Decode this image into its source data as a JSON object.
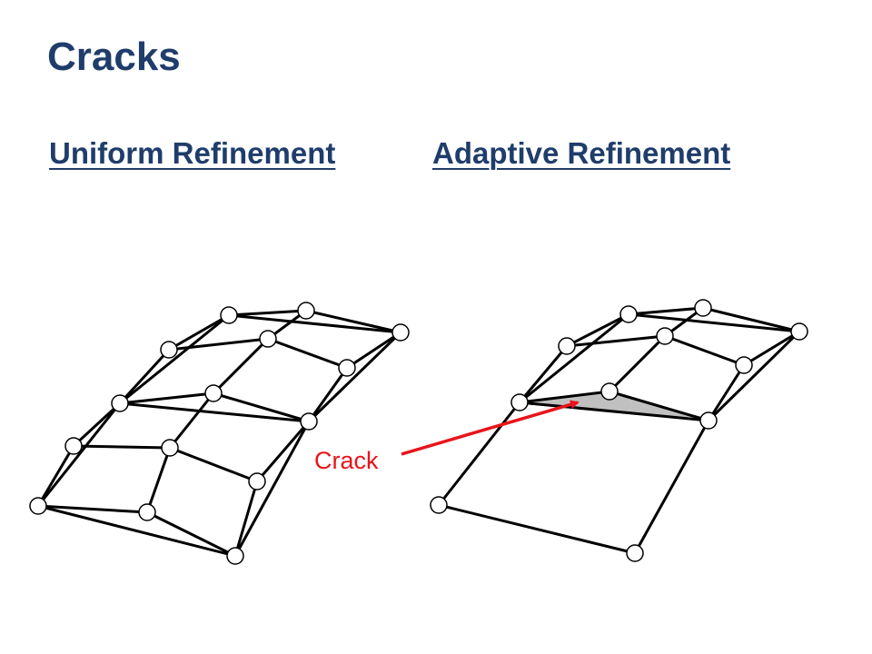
{
  "slide": {
    "title": "Cracks",
    "left_heading": "Uniform Refinement",
    "right_heading": "Adaptive Refinement",
    "annotation_label": "Crack"
  },
  "colors": {
    "title": "#1f3d6b",
    "annotation": "#e8141b",
    "crack_fill": "#c0c0c0"
  }
}
